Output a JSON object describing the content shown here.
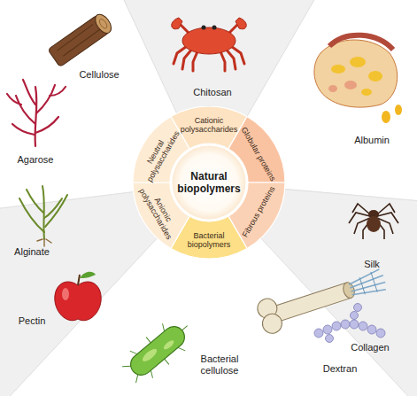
{
  "diagram": {
    "nodes": [
      {
        "text": [
          "Natural biopolymers"
        ]
      },
      {
        "text": [
          "Cationic polysaccharides"
        ]
      },
      {
        "text": [
          "Globular proteins"
        ]
      },
      {
        "text": [
          "Fibrous proteins"
        ]
      },
      {
        "text": [
          "Bacterial biopolymers"
        ]
      },
      {
        "text": [
          "Anionic polysaccharides"
        ]
      },
      {
        "text": [
          "Neutral polysaccharides"
        ]
      }
    ],
    "labels": [
      "Cellulose",
      "Chitosan",
      "Agarose",
      "Albumin",
      "Silk",
      "Alginate",
      "Pectin",
      "Collagen",
      "Bacterial cellulose",
      "Dextran"
    ]
  }
}
